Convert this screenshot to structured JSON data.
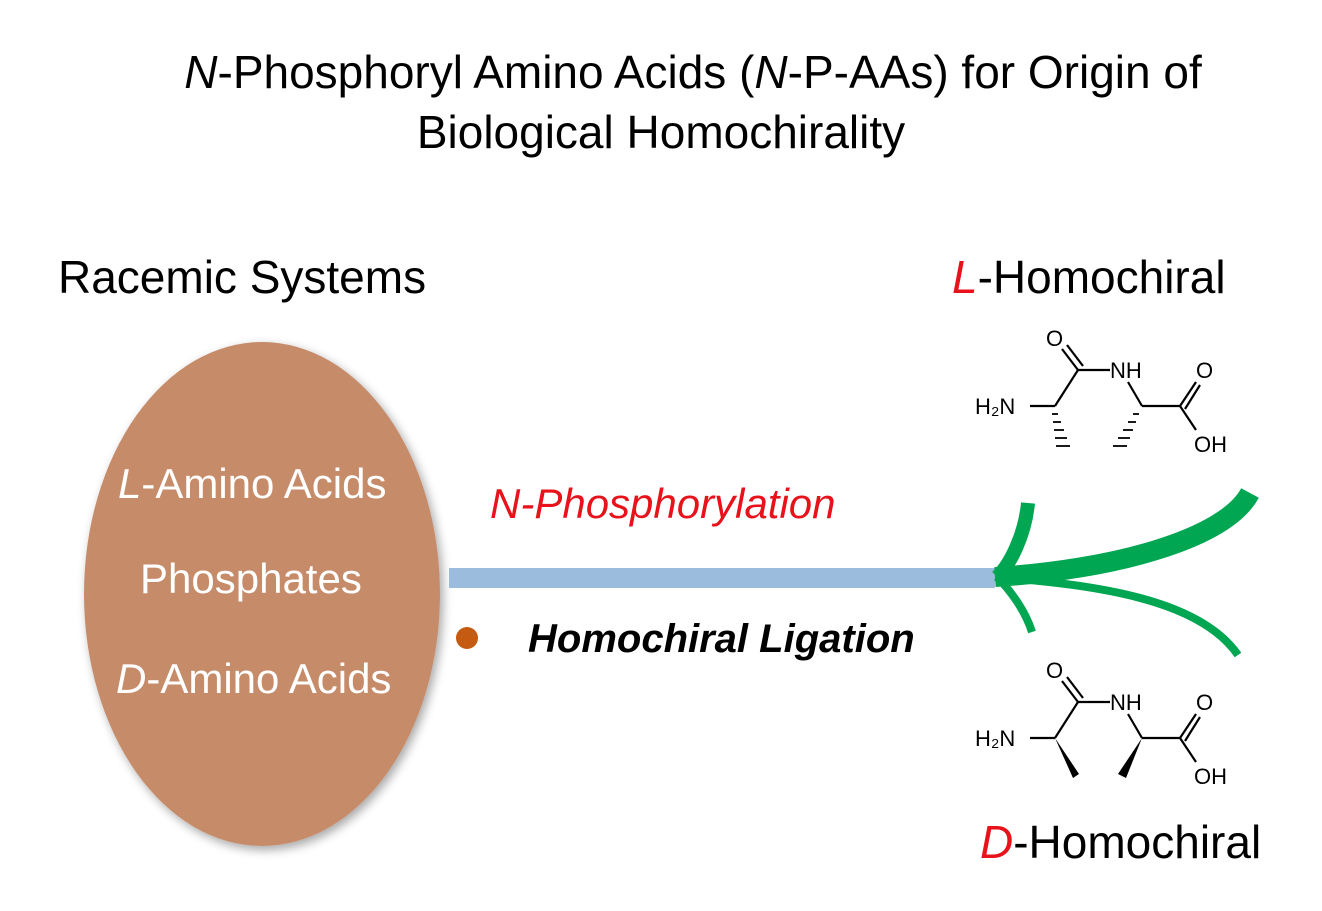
{
  "title": {
    "line1_prefix_italic": "N",
    "line1_rest_a": "-Phosphoryl Amino Acids (",
    "line1_italic2": "N",
    "line1_rest_b": "-P-AAs) for Origin of",
    "line2": "Biological Homochirality"
  },
  "left": {
    "heading": "Racemic Systems",
    "ellipse_items": [
      {
        "italic": "L",
        "text": "-Amino Acids"
      },
      {
        "italic": "",
        "text": "Phosphates"
      },
      {
        "italic": "D",
        "text": "-Amino Acids"
      }
    ]
  },
  "middle": {
    "top_label": "N-Phosphorylation",
    "bottom_label": "Homochiral Ligation"
  },
  "right": {
    "top_label_italic": "L",
    "top_label_rest": "-Homochiral",
    "bottom_label_italic": "D",
    "bottom_label_rest": "-Homochiral",
    "molecule_labels": {
      "amine": "H₂N",
      "nh": "NH",
      "o": "O",
      "oh": "OH"
    }
  },
  "colors": {
    "ellipse": "#c68c6a",
    "bar": "#9bbcdc",
    "arrow": "#00a651",
    "bullet": "#c55a11",
    "accent_red": "#e8121b"
  }
}
